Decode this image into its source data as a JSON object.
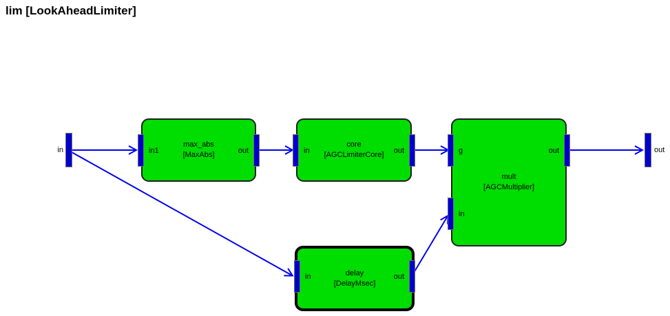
{
  "title": "lim [LookAheadLimiter]",
  "io": {
    "input_label": "in",
    "output_label": "out"
  },
  "blocks": [
    {
      "name": "max_abs",
      "type": "[MaxAbs]",
      "selected": false,
      "ports": {
        "in1": "in1",
        "out": "out"
      }
    },
    {
      "name": "core",
      "type": "[AGCLimiterCore]",
      "selected": false,
      "ports": {
        "in": "in",
        "out": "out"
      }
    },
    {
      "name": "mult",
      "type": "[AGCMultiplier]",
      "selected": false,
      "ports": {
        "g": "g",
        "in": "in",
        "out": "out"
      }
    },
    {
      "name": "delay",
      "type": "[DelayMsec]",
      "selected": true,
      "ports": {
        "in": "in",
        "out": "out"
      }
    }
  ],
  "connections": [
    {
      "from": "in",
      "to": "max_abs.in1"
    },
    {
      "from": "max_abs.out",
      "to": "core.in"
    },
    {
      "from": "core.out",
      "to": "mult.g"
    },
    {
      "from": "mult.out",
      "to": "out"
    },
    {
      "from": "in",
      "to": "delay.in"
    },
    {
      "from": "delay.out",
      "to": "mult.in"
    }
  ],
  "colors": {
    "block_fill": "#00DD00",
    "block_border": "#1F1F1F",
    "selected_border": "#000000",
    "port_fill": "#0000CC",
    "port_border": "#707070",
    "wire": "#0000EE",
    "background": "#FFFFFF",
    "text": "#000000"
  }
}
